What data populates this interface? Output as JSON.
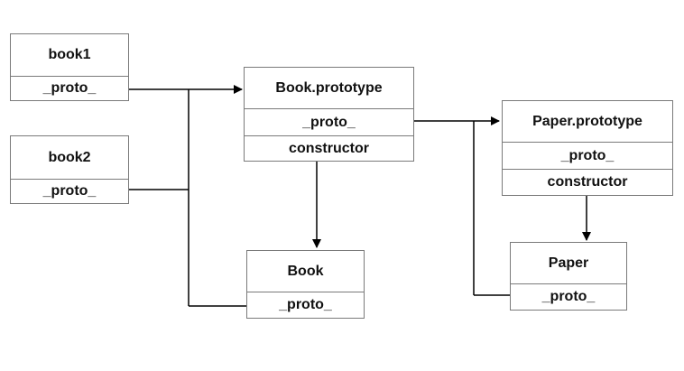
{
  "objects": {
    "book1": {
      "title": "book1",
      "fields": [
        "_proto_"
      ]
    },
    "book2": {
      "title": "book2",
      "fields": [
        "_proto_"
      ]
    },
    "book_prototype": {
      "title": "Book.prototype",
      "fields": [
        "_proto_",
        "constructor"
      ]
    },
    "book": {
      "title": "Book",
      "fields": [
        "_proto_"
      ]
    },
    "paper_prototype": {
      "title": "Paper.prototype",
      "fields": [
        "_proto_",
        "constructor"
      ]
    },
    "paper": {
      "title": "Paper",
      "fields": [
        "_proto_"
      ]
    }
  },
  "colors": {
    "box_border": "#7a7a7a",
    "line": "#000000",
    "text": "#111111"
  }
}
